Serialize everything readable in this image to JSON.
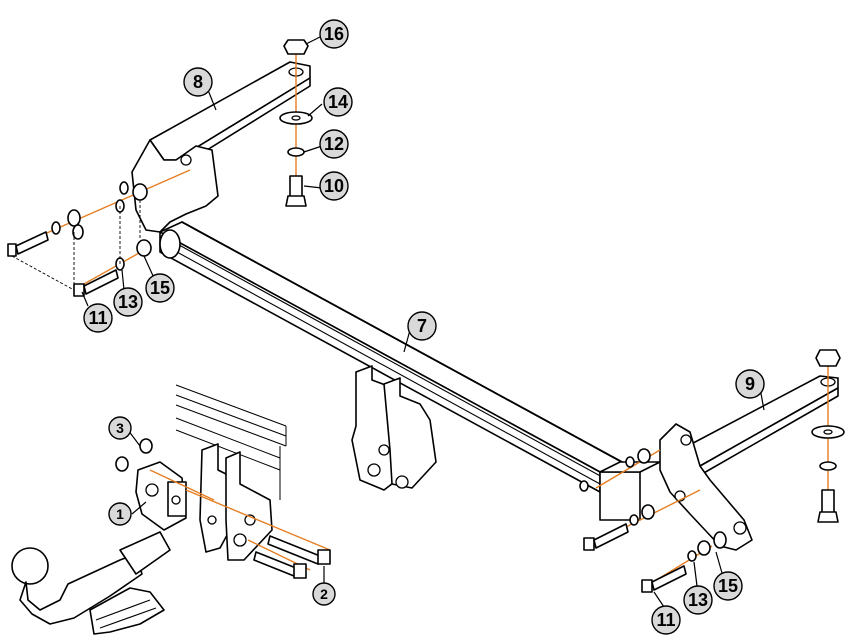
{
  "callouts": [
    {
      "id": "c16",
      "label": "16"
    },
    {
      "id": "c8",
      "label": "8"
    },
    {
      "id": "c14",
      "label": "14"
    },
    {
      "id": "c12",
      "label": "12"
    },
    {
      "id": "c10",
      "label": "10"
    },
    {
      "id": "c11a",
      "label": "11"
    },
    {
      "id": "c13a",
      "label": "13"
    },
    {
      "id": "c15a",
      "label": "15"
    },
    {
      "id": "c7",
      "label": "7"
    },
    {
      "id": "c9",
      "label": "9"
    },
    {
      "id": "c3",
      "label": "3"
    },
    {
      "id": "c1",
      "label": "1"
    },
    {
      "id": "c2",
      "label": "2"
    },
    {
      "id": "c11b",
      "label": "11"
    },
    {
      "id": "c13b",
      "label": "13"
    },
    {
      "id": "c15b",
      "label": "15"
    }
  ],
  "colors": {
    "axis_line": "#e67e22",
    "callout_fill": "#d9d9d9",
    "outline": "#000000"
  }
}
